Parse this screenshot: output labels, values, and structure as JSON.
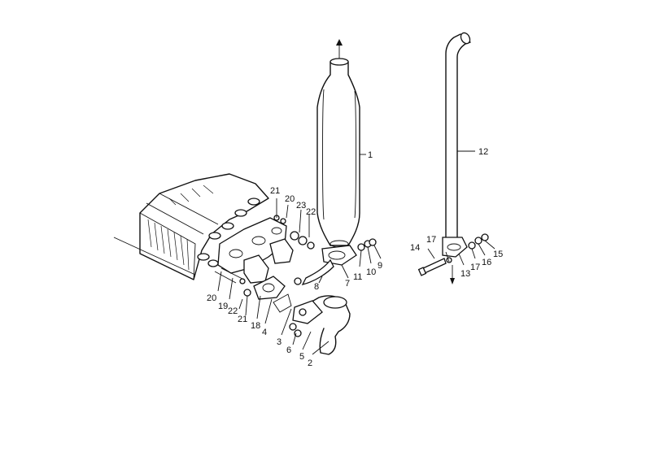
{
  "labels": {
    "l1": "1",
    "l2": "2",
    "l3": "3",
    "l4": "4",
    "l5": "5",
    "l6": "6",
    "l7": "7",
    "l8": "8",
    "l9": "9",
    "l10": "10",
    "l11": "11",
    "l12": "12",
    "l13": "13",
    "l14": "14",
    "l15": "15",
    "l16": "16",
    "l17a": "17",
    "l17b": "17",
    "l18": "18",
    "l19": "19",
    "l20a": "20",
    "l20b": "20",
    "l21a": "21",
    "l21b": "21",
    "l22a": "22",
    "l22b": "22",
    "l23": "23"
  }
}
